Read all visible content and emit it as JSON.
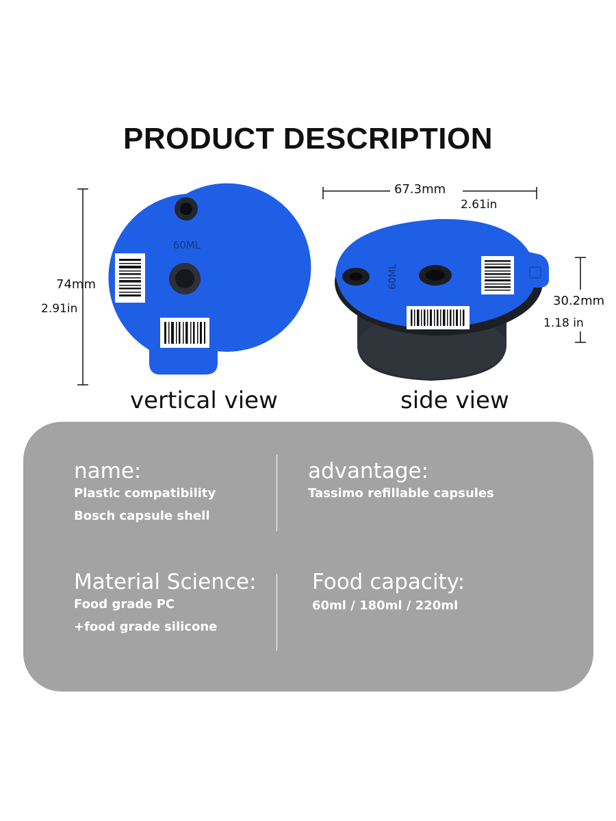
{
  "title": "PRODUCT DESCRIPTION",
  "vertical_view": {
    "caption": "vertical view",
    "height_mm": "74mm",
    "height_in": "2.91in",
    "lid_label": "60ML"
  },
  "side_view": {
    "caption": "side view",
    "width_mm": "67.3mm",
    "width_in": "2.61in",
    "depth_mm": "30.2mm",
    "depth_in": "1.18 in",
    "lid_label": "60ML"
  },
  "info": {
    "name": {
      "heading": "name:",
      "lines": [
        "Plastic compatibility",
        "Bosch capsule shell"
      ]
    },
    "advantage": {
      "heading": "advantage:",
      "lines": [
        "Tassimo refillable capsules"
      ]
    },
    "material": {
      "heading": "Material Science:",
      "lines": [
        "Food grade PC",
        "+food grade silicone"
      ]
    },
    "capacity": {
      "heading": "Food capacity:",
      "lines": [
        "60ml / 180ml / 220ml"
      ]
    }
  },
  "colors": {
    "lid_blue": "#1f5fe6",
    "cup_dark": "#2a2d33",
    "panel_gray": "#a3a3a3"
  }
}
